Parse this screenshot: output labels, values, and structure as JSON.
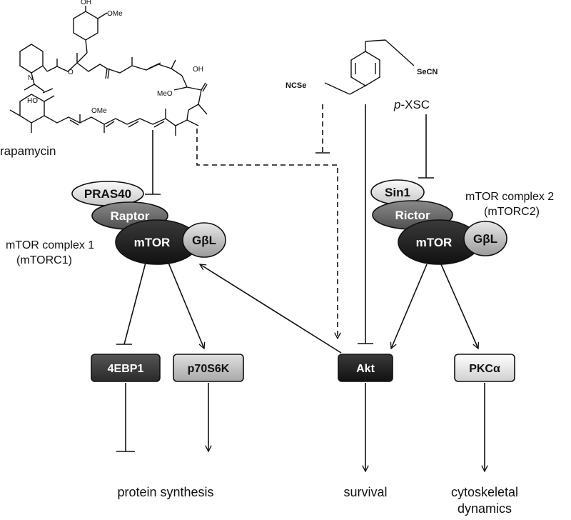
{
  "molecules": {
    "rapamycin": {
      "name": "rapamycin",
      "atoms": {
        "oh_top": "OH",
        "ome_top": "OMe",
        "n": "N",
        "o": "O",
        "ho": "HO",
        "ome_mid": "OMe",
        "meo": "MeO",
        "oh_right": "OH"
      }
    },
    "pxsc": {
      "name": "p-XSC",
      "name_prefix": "p",
      "name_suffix": "-XSC",
      "left_group": "NCSe",
      "right_group": "SeCN"
    }
  },
  "complexes": {
    "mtorc1": {
      "label_line1": "mTOR complex 1",
      "label_line2": "(mTORC1)",
      "subunits": {
        "pras40": "PRAS40",
        "raptor": "Raptor",
        "mtor": "mTOR",
        "gbl": "GβL"
      }
    },
    "mtorc2": {
      "label_line1": "mTOR complex 2",
      "label_line2": "(mTORC2)",
      "subunits": {
        "sin1": "Sin1",
        "rictor": "Rictor",
        "mtor": "mTOR",
        "gbl": "GβL"
      }
    }
  },
  "targets": {
    "ebp1": "4EBP1",
    "p70s6k": "p70S6K",
    "akt": "Akt",
    "pkca": "PKCα"
  },
  "outcomes": {
    "protein_synthesis": "protein synthesis",
    "survival": "survival",
    "cyto_line1": "cytoskeletal",
    "cyto_line2": "dynamics"
  },
  "colors": {
    "dark": "#1f1f1f",
    "mid": "#6b6b6b",
    "light": "#d4d4d4",
    "pale": "#ececec",
    "box_dark": "#3c3c3c",
    "box_light": "#c9c9c9"
  }
}
